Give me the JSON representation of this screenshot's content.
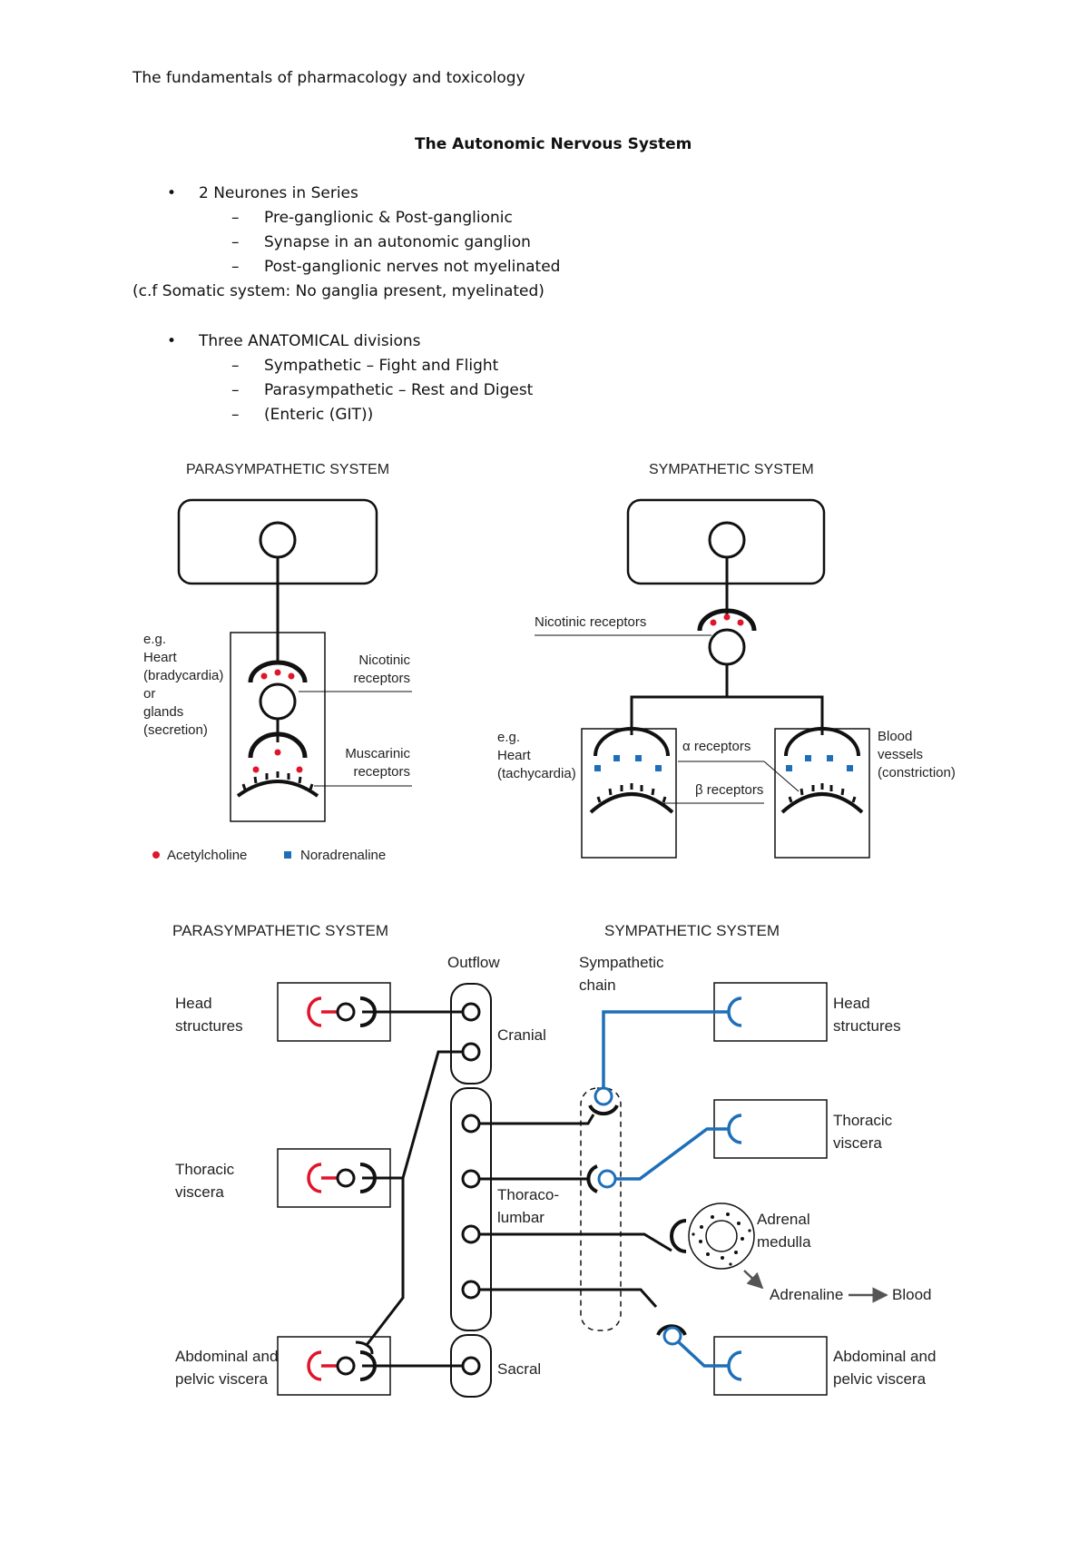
{
  "header": {
    "running_title": "The fundamentals of pharmacology and toxicology"
  },
  "title": "The Autonomic Nervous System",
  "list1": {
    "bullet": "2 Neurones in Series",
    "subs": [
      "Pre-ganglionic & Post-ganglionic",
      "Synapse in an autonomic ganglion",
      "Post-ganglionic nerves not myelinated"
    ]
  },
  "note": "(c.f Somatic system: No ganglia present, myelinated)",
  "list2": {
    "bullet": "Three ANATOMICAL divisions",
    "subs": [
      "Sympathetic – Fight and Flight",
      "Parasympathetic – Rest and Digest",
      "(Enteric (GIT))"
    ]
  },
  "symbols": {
    "bullet": "•",
    "dash": "–"
  },
  "colors": {
    "acetylcholine": "#e0152b",
    "noradrenaline": "#1e6fb8",
    "line": "#111111"
  },
  "figure1": {
    "para_title": "PARASYMPATHETIC SYSTEM",
    "symp_title": "SYMPATHETIC SYSTEM",
    "para_example": [
      "e.g.",
      "Heart",
      "(bradycardia)",
      "or",
      "glands",
      "(secretion)"
    ],
    "para_nicotinic": [
      "Nicotinic",
      "receptors"
    ],
    "para_muscarinic": [
      "Muscarinic",
      "receptors"
    ],
    "symp_nicotinic": "Nicotinic receptors",
    "symp_example": [
      "e.g.",
      "Heart",
      "(tachycardia)"
    ],
    "alpha_label": "α receptors",
    "beta_label": "β receptors",
    "blood_vessels": [
      "Blood",
      "vessels",
      "(constriction)"
    ],
    "legend": {
      "ach": "Acetylcholine",
      "na": "Noradrenaline"
    }
  },
  "figure2": {
    "para_title": "PARASYMPATHETIC SYSTEM",
    "symp_title": "SYMPATHETIC SYSTEM",
    "outflow": "Outflow",
    "symp_chain": [
      "Sympathetic",
      "chain"
    ],
    "para_targets": [
      [
        "Head",
        "structures"
      ],
      [
        "Thoracic",
        "viscera"
      ],
      [
        "Abdominal and",
        "pelvic viscera"
      ]
    ],
    "symp_targets": [
      [
        "Head",
        "structures"
      ],
      [
        "Thoracic",
        "viscera"
      ],
      [
        "Abdominal and",
        "pelvic viscera"
      ]
    ],
    "cranial": "Cranial",
    "thoraco_lumbar": [
      "Thoraco-",
      "lumbar"
    ],
    "sacral": "Sacral",
    "adrenal": [
      "Adrenal",
      "medulla"
    ],
    "adrenaline": "Adrenaline",
    "blood": "Blood"
  }
}
